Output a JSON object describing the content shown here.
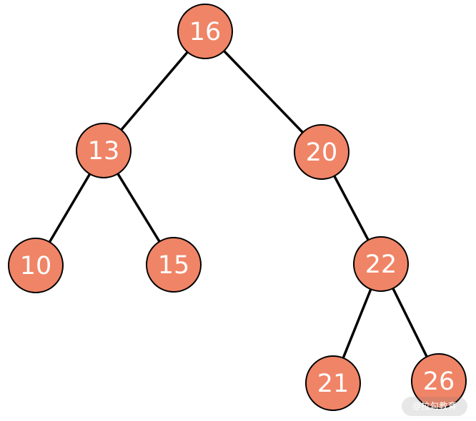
{
  "diagram": {
    "nodes": [
      {
        "id": "n16",
        "label": "16"
      },
      {
        "id": "n13",
        "label": "13"
      },
      {
        "id": "n20",
        "label": "20"
      },
      {
        "id": "n10",
        "label": "10"
      },
      {
        "id": "n15",
        "label": "15"
      },
      {
        "id": "n22",
        "label": "22"
      },
      {
        "id": "n21",
        "label": "21"
      },
      {
        "id": "n26",
        "label": "26"
      }
    ],
    "edges": [
      {
        "from": "n16",
        "to": "n13"
      },
      {
        "from": "n16",
        "to": "n20"
      },
      {
        "from": "n13",
        "to": "n10"
      },
      {
        "from": "n13",
        "to": "n15"
      },
      {
        "from": "n20",
        "to": "n22"
      },
      {
        "from": "n22",
        "to": "n21"
      },
      {
        "from": "n22",
        "to": "n26"
      }
    ],
    "colors": {
      "node_fill": "#F08466",
      "node_stroke": "#000000",
      "edge": "#000000",
      "label": "#ffffff"
    }
  },
  "watermark": {
    "text": "@拉勾教育"
  }
}
